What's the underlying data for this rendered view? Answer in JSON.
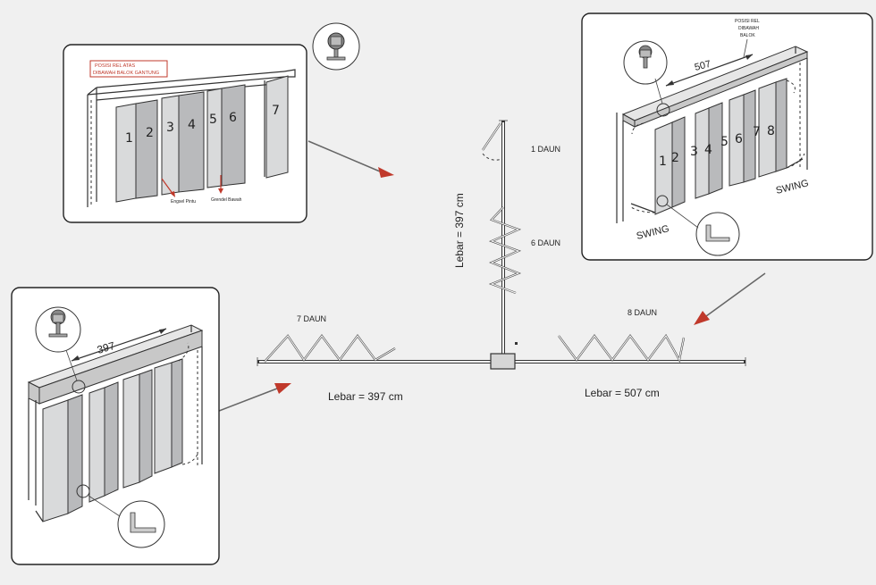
{
  "center": {
    "label_1daun": "1 DAUN",
    "label_6daun": "6 DAUN",
    "label_7daun": "7 DAUN",
    "label_8daun": "8 DAUN",
    "width_vertical": "Lebar = 397 cm",
    "width_left": "Lebar = 397 cm",
    "width_right": "Lebar = 507 cm"
  },
  "panel_top_left": {
    "title_line1": "POSISI REL ATAS",
    "title_line2": "DIBAWAH BALOK GANTUNG",
    "door_numbers": [
      "1",
      "2",
      "3",
      "4",
      "5",
      "6",
      "7"
    ],
    "callout_hinge": "Engsel Pintu",
    "callout_bolt": "Grendel Bawah"
  },
  "panel_top_right": {
    "title_line1": "POSISI REL",
    "title_line2": "DIBAWAH",
    "title_line3": "BALOK",
    "dimension": "507",
    "door_numbers": [
      "1",
      "2",
      "3",
      "4",
      "5",
      "6",
      "7",
      "8"
    ],
    "swing_left": "SWING",
    "swing_right": "SWING"
  },
  "panel_bottom_left": {
    "dimension": "397"
  },
  "colors": {
    "accent_arrow": "#c0392b",
    "line": "#333333"
  }
}
